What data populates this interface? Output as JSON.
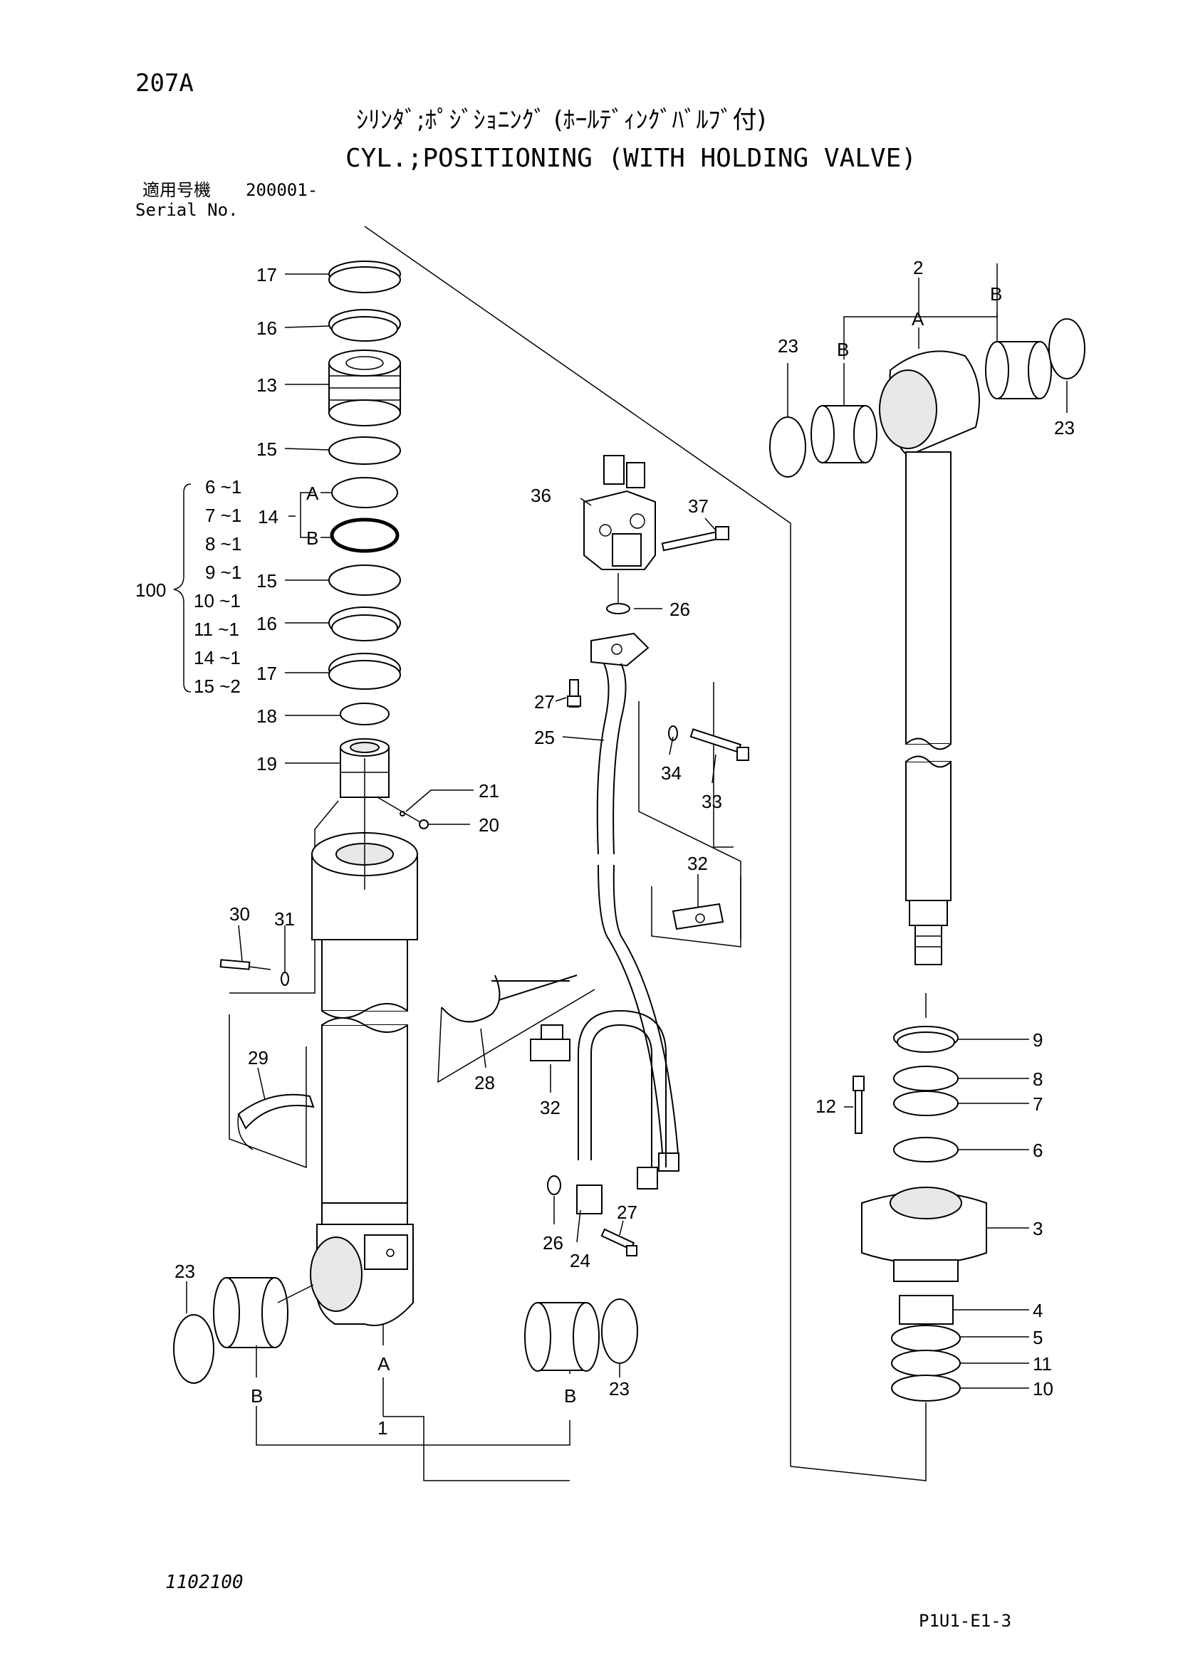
{
  "header": {
    "page_code": "207A",
    "title_jp": "ｼﾘﾝﾀﾞ;ﾎﾟｼﾞｼｮﾆﾝｸﾞ (ﾎｰﾙﾃﾞｨﾝｸﾞﾊﾞﾙﾌﾞ付)",
    "title_en": "CYL.;POSITIONING (WITH HOLDING VALVE)",
    "serial_label_jp": "適用号機",
    "serial_label_en": "Serial No.",
    "serial_value": "200001-"
  },
  "part_labels": {
    "p17a": "17",
    "p16a": "16",
    "p13": "13",
    "p15a": "15",
    "p14": "14",
    "p15b": "15",
    "p16b": "16",
    "p17b": "17",
    "p18": "18",
    "p19": "19",
    "p21": "21",
    "p20": "20",
    "p30": "30",
    "p31": "31",
    "p29": "29",
    "p28": "28",
    "p23a": "23",
    "p1": "1",
    "pA1": "A",
    "pB1": "B",
    "pB2": "B",
    "p36": "36",
    "p37": "37",
    "p26a": "26",
    "p27a": "27",
    "p25": "25",
    "p34": "34",
    "p33": "33",
    "p32a": "32",
    "p32b": "32",
    "p26b": "26",
    "p24": "24",
    "p27b": "27",
    "p23b": "23",
    "p2": "2",
    "pA2": "A",
    "pB3": "B",
    "pB4": "B",
    "p23c": "23",
    "p23d": "23",
    "p9": "9",
    "p8": "8",
    "p7": "7",
    "p12": "12",
    "p6": "6",
    "p3": "3",
    "p4": "4",
    "p5": "5",
    "p11": "11",
    "p10": "10",
    "subA": "A",
    "subB": "B"
  },
  "kit": {
    "label": "100",
    "items": [
      "6 ~1",
      "7 ~1",
      "8 ~1",
      "9 ~1",
      "10 ~1",
      "11 ~1",
      "14 ~1",
      "15 ~2"
    ]
  },
  "footer": {
    "doc_number": "1102100",
    "ref_code": "P1U1-E1-3"
  }
}
